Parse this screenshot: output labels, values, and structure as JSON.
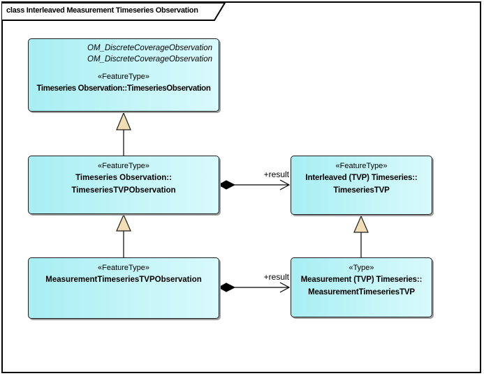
{
  "diagram": {
    "frame_title": "class Interleaved Measurement Timeseries Observation",
    "type": "uml-class-diagram"
  },
  "colors": {
    "box_fill_left": "#a7eef3",
    "box_fill_right": "#d8fafc",
    "box_border": "#1c1c1c",
    "box_shadow": "#9e9e9e",
    "generalization_triangle_fill": "#f2deb4",
    "connector_line": "#000000"
  },
  "boxes": {
    "timeseries_observation": {
      "parent_line_1": "OM_DiscreteCoverageObservation",
      "parent_line_2": "OM_DiscreteCoverageObservation",
      "stereotype": "«FeatureType»",
      "name": "Timeseries Observation::TimeseriesObservation"
    },
    "timeseries_tvp_observation": {
      "stereotype": "«FeatureType»",
      "name_line_1": "Timeseries Observation::",
      "name_line_2": "TimeseriesTVPObservation"
    },
    "measurement_timeseries_tvp_observation": {
      "stereotype": "«FeatureType»",
      "name": "MeasurementTimeseriesTVPObservation"
    },
    "timeseries_tvp": {
      "stereotype": "«FeatureType»",
      "name_line_1": "Interleaved (TVP) Timeseries::",
      "name_line_2": "TimeseriesTVP"
    },
    "measurement_timeseries_tvp": {
      "stereotype": "«Type»",
      "name_line_1": "Measurement (TVP) Timeseries::",
      "name_line_2": "MeasurementTimeseriesTVP"
    }
  },
  "connectors": {
    "result_label_top": "+result",
    "result_label_bottom": "+result"
  }
}
